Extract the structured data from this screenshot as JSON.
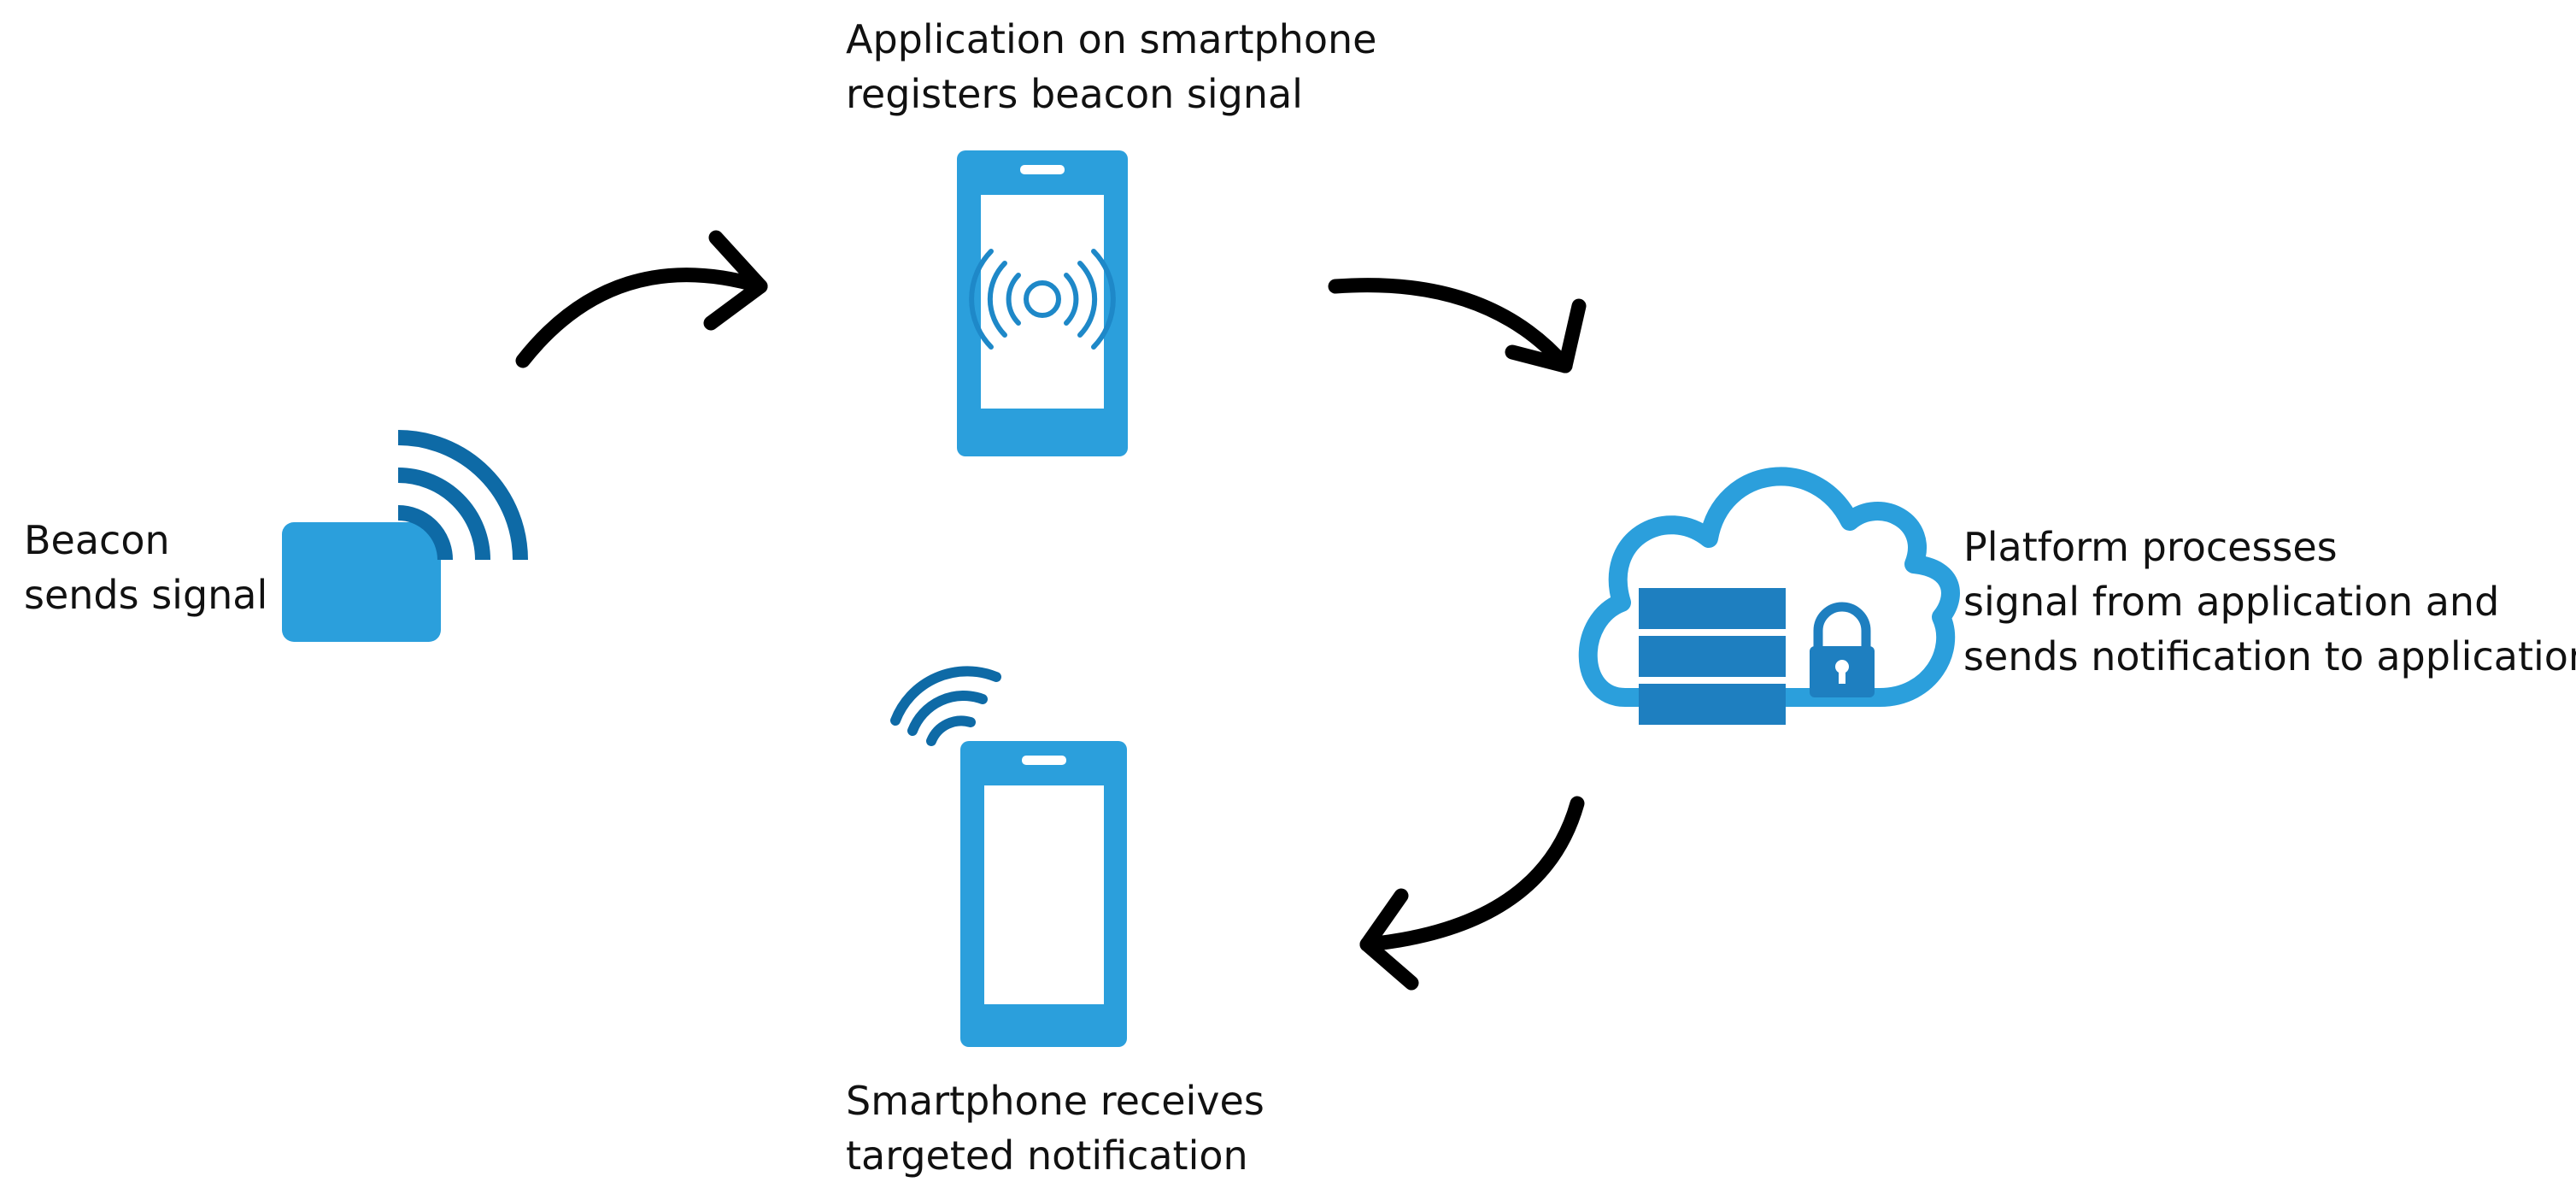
{
  "colors": {
    "blue_light": "#2b9fdc",
    "blue_dark": "#1468a8",
    "blue_signal": "#0e6aa6",
    "arrow": "#000000",
    "text": "#111111"
  },
  "steps": {
    "app": {
      "line1": "Application on smartphone",
      "line2": "registers beacon signal",
      "icon": "smartphone-with-signal-icon"
    },
    "beacon": {
      "line1": "Beacon",
      "line2": "sends signal",
      "icon": "beacon-icon"
    },
    "platform": {
      "line1": "Platform processes",
      "line2": "signal from application and",
      "line3": "sends notification to application",
      "icon": "cloud-server-lock-icon"
    },
    "receive": {
      "line1": "Smartphone receives",
      "line2": "targeted notification",
      "icon": "smartphone-wifi-icon"
    }
  },
  "arrows": [
    "beacon-to-app-arrow",
    "app-to-platform-arrow",
    "platform-to-smartphone-arrow"
  ]
}
